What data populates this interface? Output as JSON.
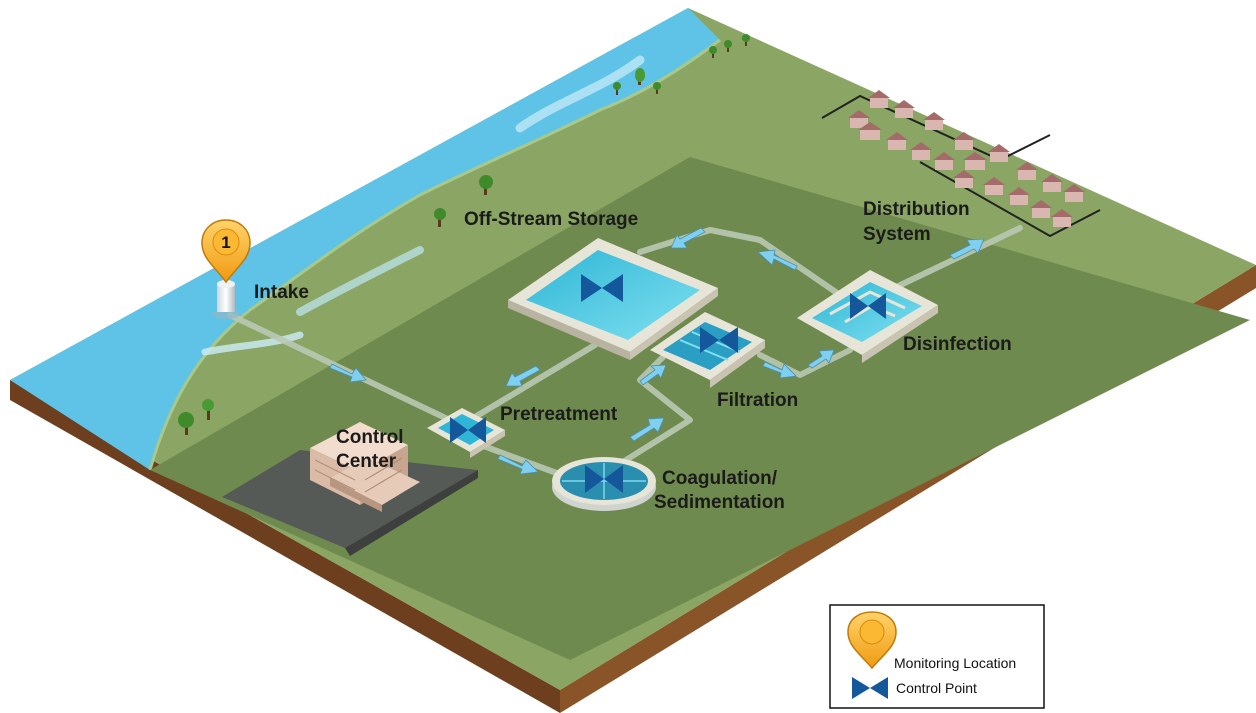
{
  "labels": {
    "intake": "Intake",
    "off_stream_storage": "Off-Stream Storage",
    "distribution_line1": "Distribution",
    "distribution_line2": "System",
    "pretreatment": "Pretreatment",
    "control_center_line1": "Control",
    "control_center_line2": "Center",
    "filtration": "Filtration",
    "disinfection": "Disinfection",
    "coagulation_line1": "Coagulation/",
    "coagulation_line2": "Sedimentation"
  },
  "monitoring_marker": {
    "number": "1"
  },
  "legend": {
    "monitoring_location": "Monitoring Location",
    "control_point": "Control Point"
  },
  "icons": {
    "monitoring": "map-pin-icon",
    "control": "bowtie-valve-icon",
    "flow": "flow-arrow-icon"
  },
  "colors": {
    "water": "#5ec3e6",
    "land": "#8aa564",
    "plant_area": "#6f8a4f",
    "soil": "#7a4a25",
    "pipe": "#b9c9b3",
    "arrow": "#7fd0f0",
    "valve": "#14579a",
    "marker": "#f5a623"
  }
}
